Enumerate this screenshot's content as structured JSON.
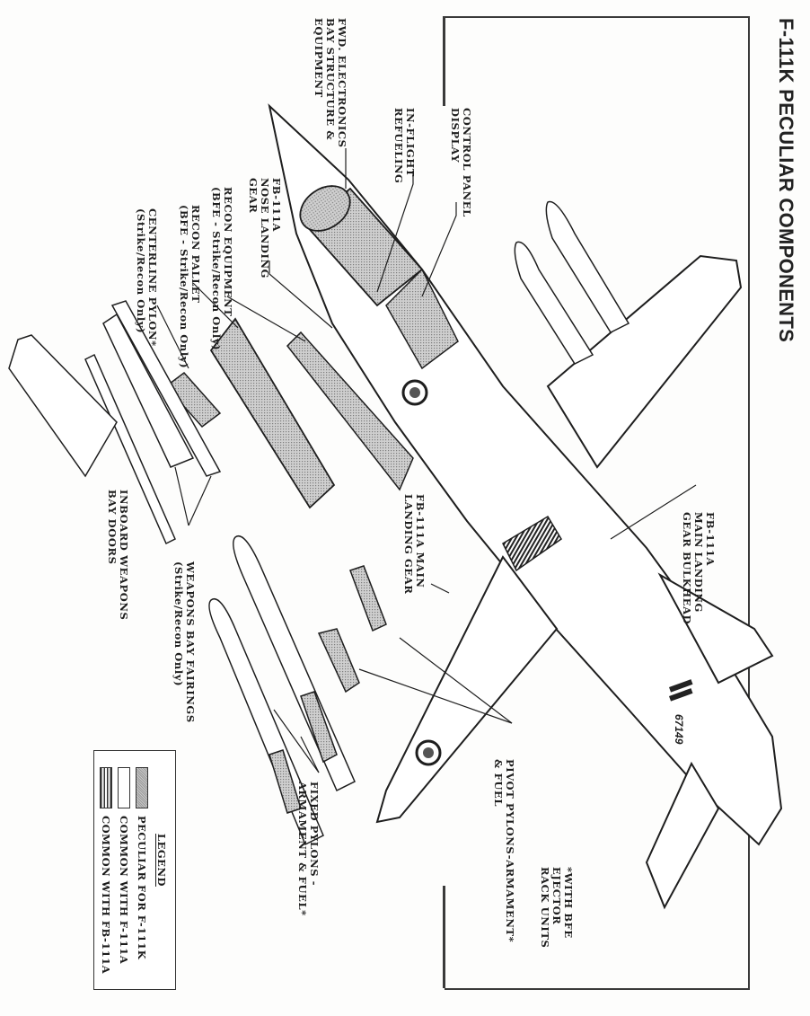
{
  "title": "F-111K PECULIAR COMPONENTS",
  "aircraft_serial": "67149",
  "callouts": {
    "control_panel": "CONTROL PANEL\nDISPLAY",
    "in_flight_refueling": "IN-FLIGHT\nREFUELING",
    "fwd_electronics": "FWD. ELECTRONICS\nBAY STRUCTURE &\nEQUIPMENT",
    "nose_landing_gear": "FB-111A\nNOSE LANDING\nGEAR",
    "recon_equipment": "RECON EQUIPMENT\n(BFE - Strike/Recon Only)",
    "recon_pallet": "RECON PALLET\n(BFE - Strike/Recon Only)",
    "centerline_pylon": "CENTERLINE PYLON*\n(Strike/Recon Only)",
    "main_gear_bulkhead": "FB-111A\nMAIN LANDING\nGEAR BULKHEAD",
    "main_landing_gear": "FB-111A MAIN\nLANDING GEAR",
    "inboard_doors": "INBOARD WEAPONS\nBAY DOORS",
    "bay_fairings": "WEAPONS BAY FAIRINGS\n(Strike/Recon Only)",
    "pivot_pylons": "PIVOT PYLONS-ARMAMENT*\n& FUEL",
    "fixed_pylons": "FIXED PYLONS -\nARMAMENT & FUEL*",
    "bfe_note": "*WITH BFE\nEJECTOR\nRACK UNITS"
  },
  "legend": {
    "title": "LEGEND",
    "items": [
      {
        "label": "PECULIAR FOR F-111K",
        "pattern": "stippled-gray"
      },
      {
        "label": "COMMON WITH F-111A",
        "pattern": "white"
      },
      {
        "label": "COMMON WITH FB-111A",
        "pattern": "vertical-hatch"
      }
    ]
  },
  "colors": {
    "ink": "#1e1e1e",
    "shaded": "#b8b8b8",
    "paper": "#fdfdfc"
  }
}
